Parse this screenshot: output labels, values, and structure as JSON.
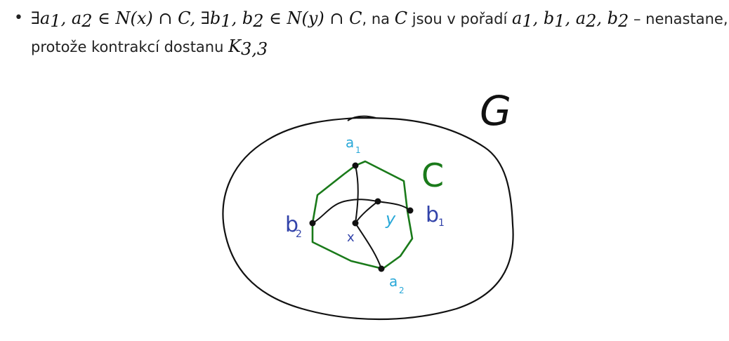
{
  "bullet": {
    "math_1": "∃a",
    "sub_a1": "1",
    "comma_a2": ", a",
    "sub_a2": "2",
    "in_1": " ∈ N(x) ∩ C, ∃b",
    "sub_b1": "1",
    "comma_b2": ", b",
    "sub_b2": "2",
    "in_2": " ∈ N(y) ∩ C",
    "text_1": ", na ",
    "c_letter": "C",
    "text_2": " jsou v pořadí ",
    "seq_a1": "a",
    "seq_sub_a1": "1",
    "seq_b1": ", b",
    "seq_sub_b1": "1",
    "seq_a2": ", a",
    "seq_sub_a2": "2",
    "seq_b2": ", b",
    "seq_sub_b2": "2",
    "text_3": " – nenastane,",
    "line2_text": "protože kontrakcí dostanu ",
    "k_letter": "K",
    "k_sub": "3,3"
  },
  "sketch": {
    "graph_label": "G",
    "cycle_label": "C",
    "a1_label": "a",
    "a1_sub": "1",
    "a2_label": "a",
    "a2_sub": "2",
    "b1_label": "b",
    "b1_sub": "1",
    "b2_label": "b",
    "b2_sub": "2",
    "x_label": "x",
    "y_label": "y"
  },
  "colors": {
    "outline": "#111111",
    "cycle": "#1a7a1a",
    "label_cyan": "#29a8d8",
    "label_blue": "#3344aa"
  }
}
